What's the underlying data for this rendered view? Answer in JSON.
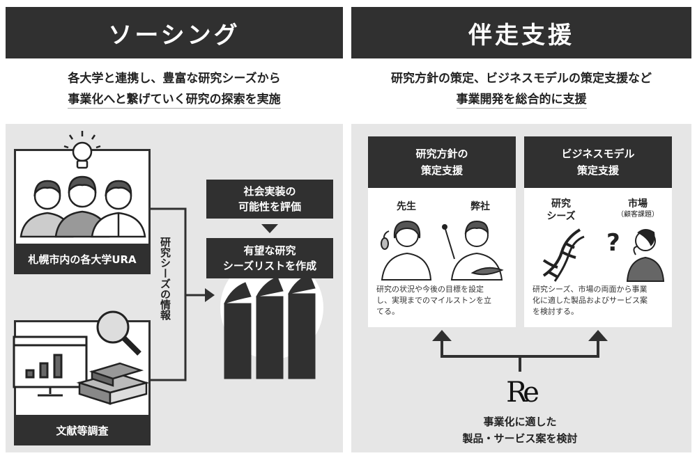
{
  "left": {
    "header": "ソーシング",
    "subtitle_line1": "各大学と連携し、豊富な研究シーズから",
    "subtitle_line2": "事業化へと繋げていく研究の探索を実施",
    "box_university_label": "札幌市内の各大学URA",
    "box_literature_label": "文献等調査",
    "flow_label": "研究シーズの情報",
    "evaluate_label_1": "社会実装の",
    "evaluate_label_2": "可能性を評価",
    "list_label_1": "有望な研究",
    "list_label_2": "シーズリストを作成"
  },
  "right": {
    "header": "伴走支援",
    "subtitle_line1": "研究方針の策定、ビジネスモデルの策定支援など",
    "subtitle_line2": "事業開発を総合的に支援",
    "card1": {
      "title_1": "研究方針の",
      "title_2": "策定支援",
      "person_a": "先生",
      "person_b": "弊社",
      "desc_1": "研究の状況や今後の目標を設定",
      "desc_2": "し、実現までのマイルストンを立",
      "desc_3": "てる。"
    },
    "card2": {
      "title_1": "ビジネスモデル",
      "title_2": "策定支援",
      "item_a_1": "研究",
      "item_a_2": "シーズ",
      "item_b": "市場",
      "item_b_note": "（顧客課題）",
      "desc_1": "研究シーズ、市場の両面から事業",
      "desc_2": "化に適した製品およびサービス案",
      "desc_3": "を検討する。"
    },
    "logo_text": "Re",
    "bottom_line1": "事業化に適した",
    "bottom_line2": "製品・サービス案を検討"
  },
  "colors": {
    "dark": "#303030",
    "panel": "#e6e6e6",
    "white": "#ffffff"
  }
}
